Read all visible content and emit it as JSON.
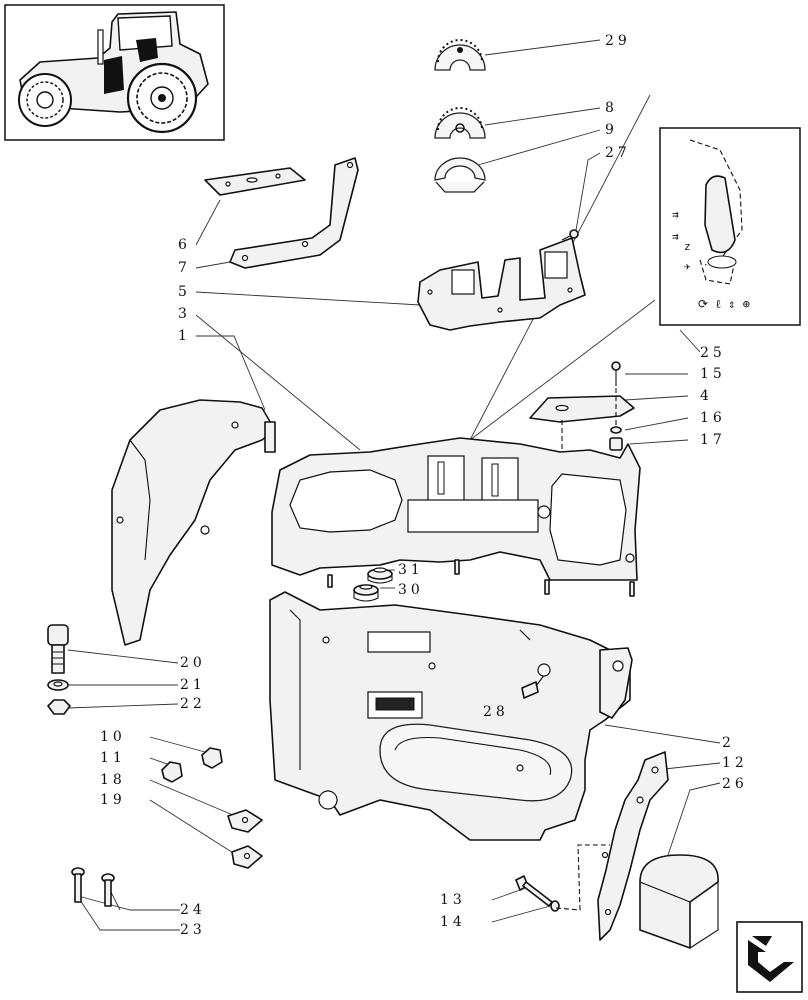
{
  "callouts": {
    "c29": "29",
    "c8": "8",
    "c9": "9",
    "c27": "27",
    "c6": "6",
    "c7": "7",
    "c5": "5",
    "c3": "3",
    "c1": "1",
    "c25": "25",
    "c15": "15",
    "c4": "4",
    "c16": "16",
    "c17": "17",
    "c31": "31",
    "c30": "30",
    "c20": "20",
    "c21": "21",
    "c22": "22",
    "c28": "28",
    "c2": "2",
    "c12": "12",
    "c26": "26",
    "c10": "10",
    "c11": "11",
    "c18": "18",
    "c19": "19",
    "c24": "24",
    "c23": "23",
    "c13": "13",
    "c14": "14"
  },
  "icons": {
    "tractor": "tractor-thumbnail-icon",
    "nav": "next-page-arrow-icon"
  }
}
